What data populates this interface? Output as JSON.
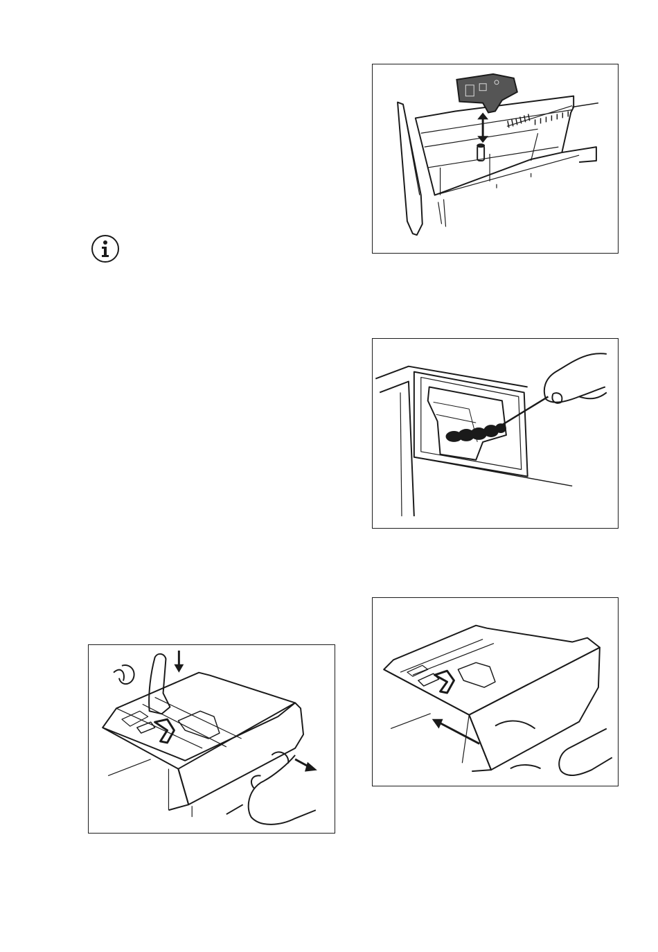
{
  "page": {
    "info_icon": "info-circle-icon",
    "illustrations": [
      {
        "id": "remove-siphon-cap",
        "icon": "detergent-drawer-siphon-icon"
      },
      {
        "id": "brush-drawer-recess",
        "icon": "drawer-recess-brush-icon"
      },
      {
        "id": "press-release-pull-drawer",
        "icon": "drawer-release-icon"
      },
      {
        "id": "insert-drawer",
        "icon": "drawer-insert-icon"
      }
    ],
    "line_color": "#1a1a1a"
  }
}
